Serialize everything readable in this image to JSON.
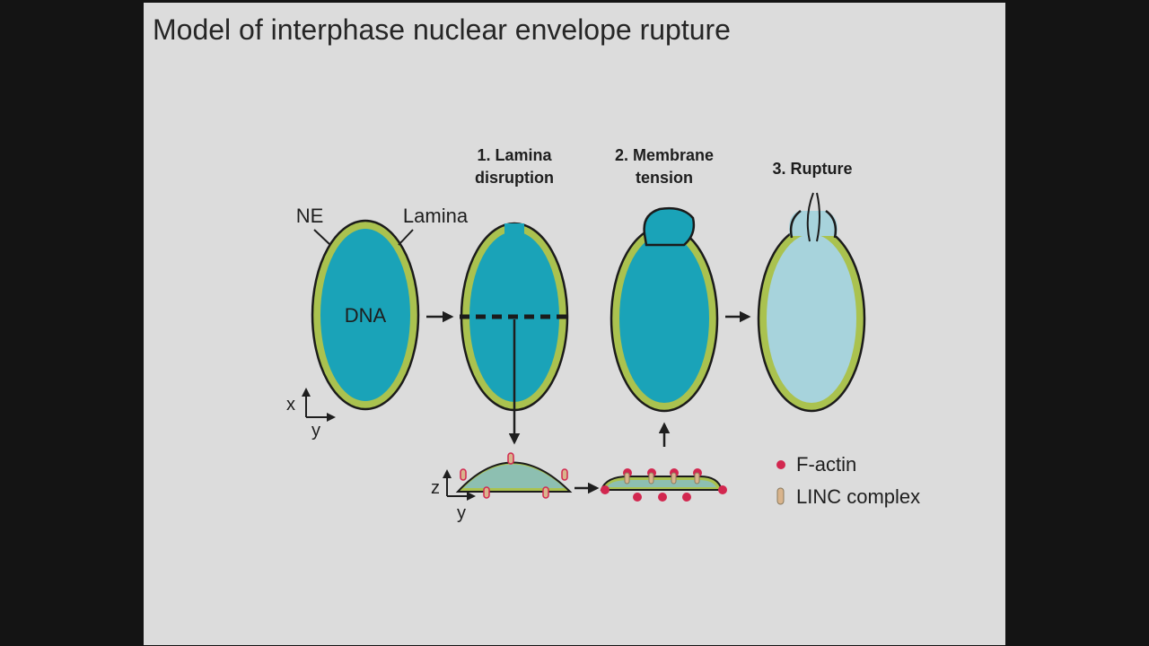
{
  "slide": {
    "title": "Model of interphase nuclear envelope rupture"
  },
  "diagram": {
    "labels": {
      "ne": "NE",
      "lamina": "Lamina",
      "dna": "DNA",
      "axis_x": "x",
      "axis_y": "y",
      "axis_z": "z",
      "axis_y2": "y"
    },
    "steps": [
      {
        "line1": "1. Lamina",
        "line2": "disruption"
      },
      {
        "line1": "2. Membrane",
        "line2": "tension"
      },
      {
        "line1": "3. Rupture"
      }
    ],
    "legend": [
      {
        "label": "F-actin",
        "icon": "red-dot"
      },
      {
        "label": "LINC complex",
        "icon": "tan-bar"
      }
    ],
    "colors": {
      "background": "#dcdcdc",
      "dna": "#1aa3b8",
      "dna_leaked": "#a7d3dc",
      "lamina": "#aac24f",
      "envelope": "#1b1b1b",
      "f_actin": "#d2274f",
      "linc": "#d9b48c"
    }
  }
}
